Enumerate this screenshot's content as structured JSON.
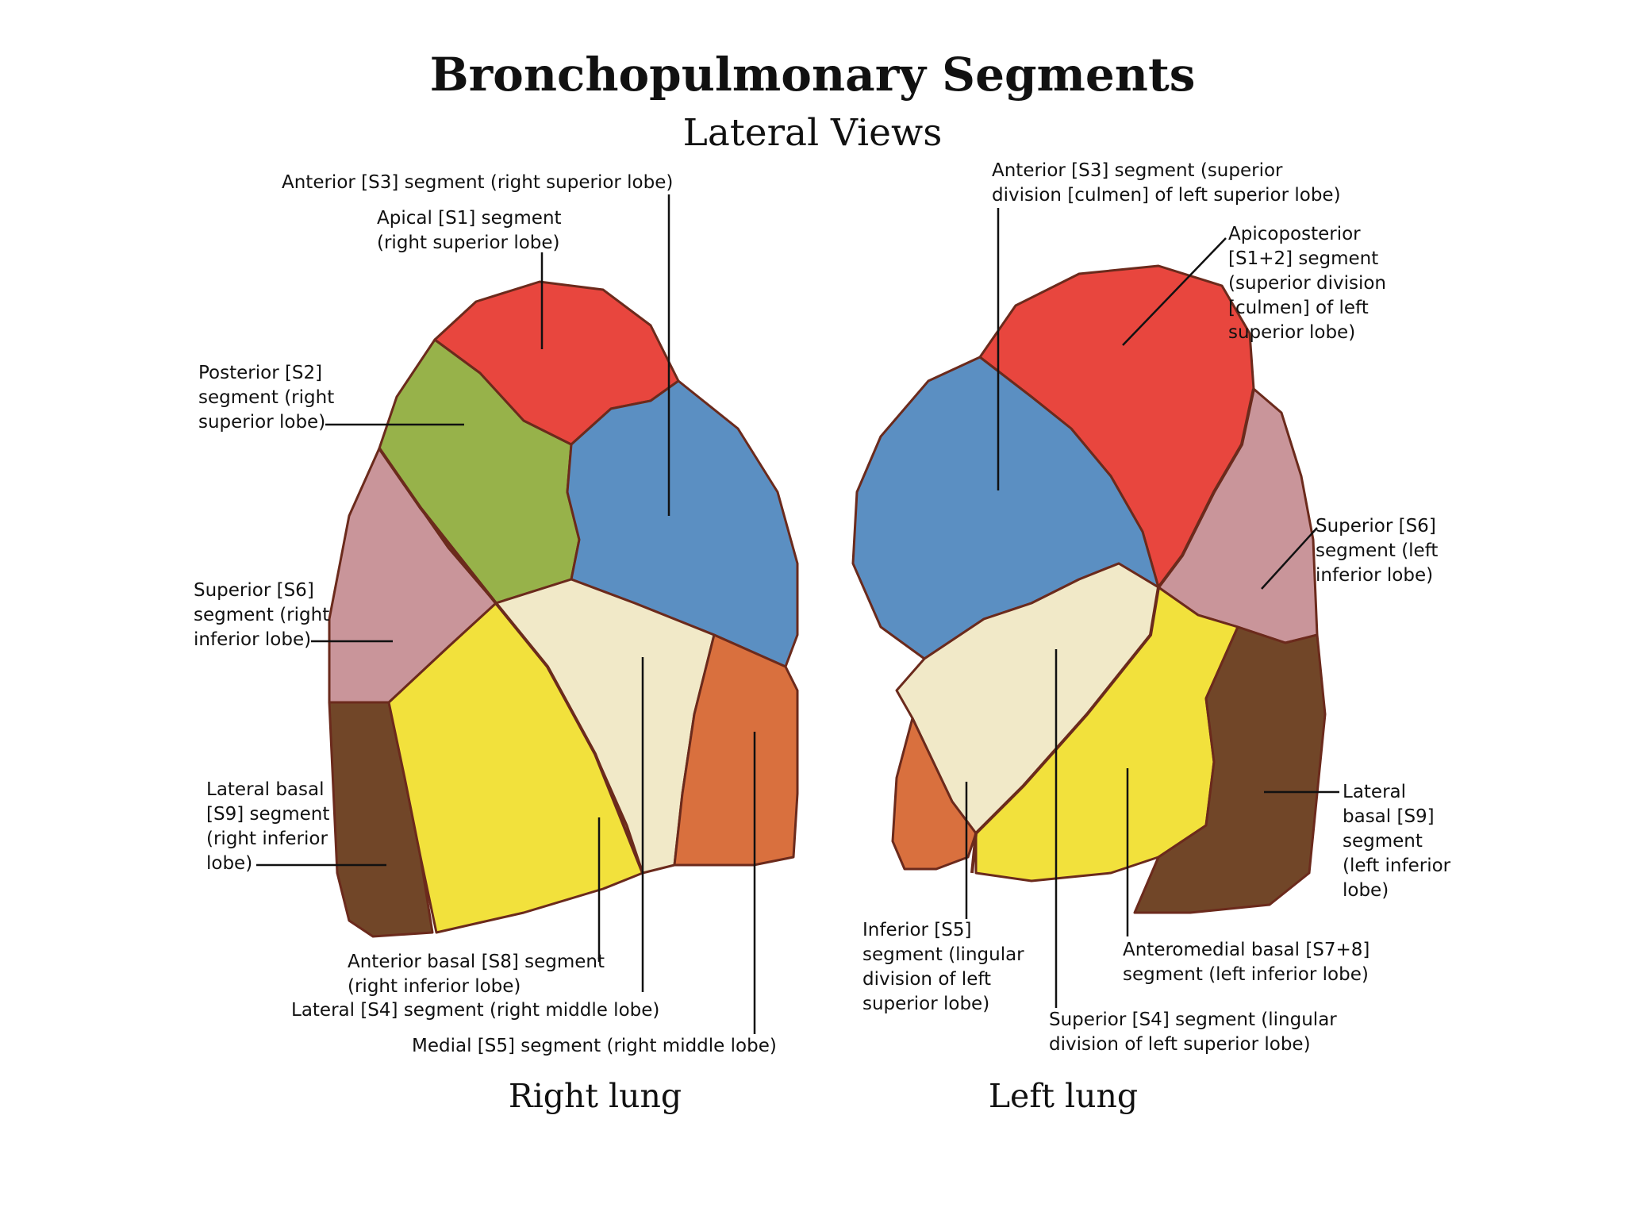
{
  "title": "Bronchopulmonary Segments",
  "subtitle": "Lateral Views",
  "captions": {
    "right_lung": "Right lung",
    "left_lung": "Left lung"
  },
  "colors": {
    "apical": "#e8463e",
    "posterior": "#97b24a",
    "anterior": "#5b8fc2",
    "superior_s6": "#c9959a",
    "anterior_basal": "#f2e13c",
    "lateral_basal": "#714628",
    "lateral_s4_cream": "#f1e9c8",
    "medial_inferior_orange": "#d9703e",
    "fissure": "#6b2a1c"
  },
  "right_labels": {
    "anterior_s3": "Anterior [S3] segment (right superior lobe)",
    "apical_s1": "Apical [S1] segment\n(right superior lobe)",
    "posterior_s2": "Posterior [S2]\nsegment (right\nsuperior lobe)",
    "superior_s6": "Superior [S6]\nsegment (right\ninferior lobe)",
    "lateral_basal_s9": "Lateral basal\n[S9] segment\n(right inferior\nlobe)",
    "anterior_basal_s8": "Anterior basal [S8] segment\n(right inferior lobe)",
    "lateral_s4": "Lateral [S4] segment (right middle lobe)",
    "medial_s5": "Medial [S5] segment (right middle lobe)"
  },
  "left_labels": {
    "anterior_s3": "Anterior [S3] segment (superior\ndivision [culmen] of left superior lobe)",
    "apicoposterior": "Apicoposterior\n[S1+2] segment\n(superior division\n[culmen] of left\nsuperior lobe)",
    "superior_s6": "Superior [S6]\nsegment (left\ninferior lobe)",
    "lateral_basal_s9": "Lateral\nbasal [S9]\nsegment\n(left inferior\nlobe)",
    "inferior_s5": "Inferior [S5]\nsegment (lingular\ndivision of left\nsuperior lobe)",
    "anteromedial_basal": "Anteromedial basal [S7+8]\nsegment (left inferior lobe)",
    "superior_s4": "Superior [S4] segment (lingular\ndivision of left superior lobe)"
  }
}
